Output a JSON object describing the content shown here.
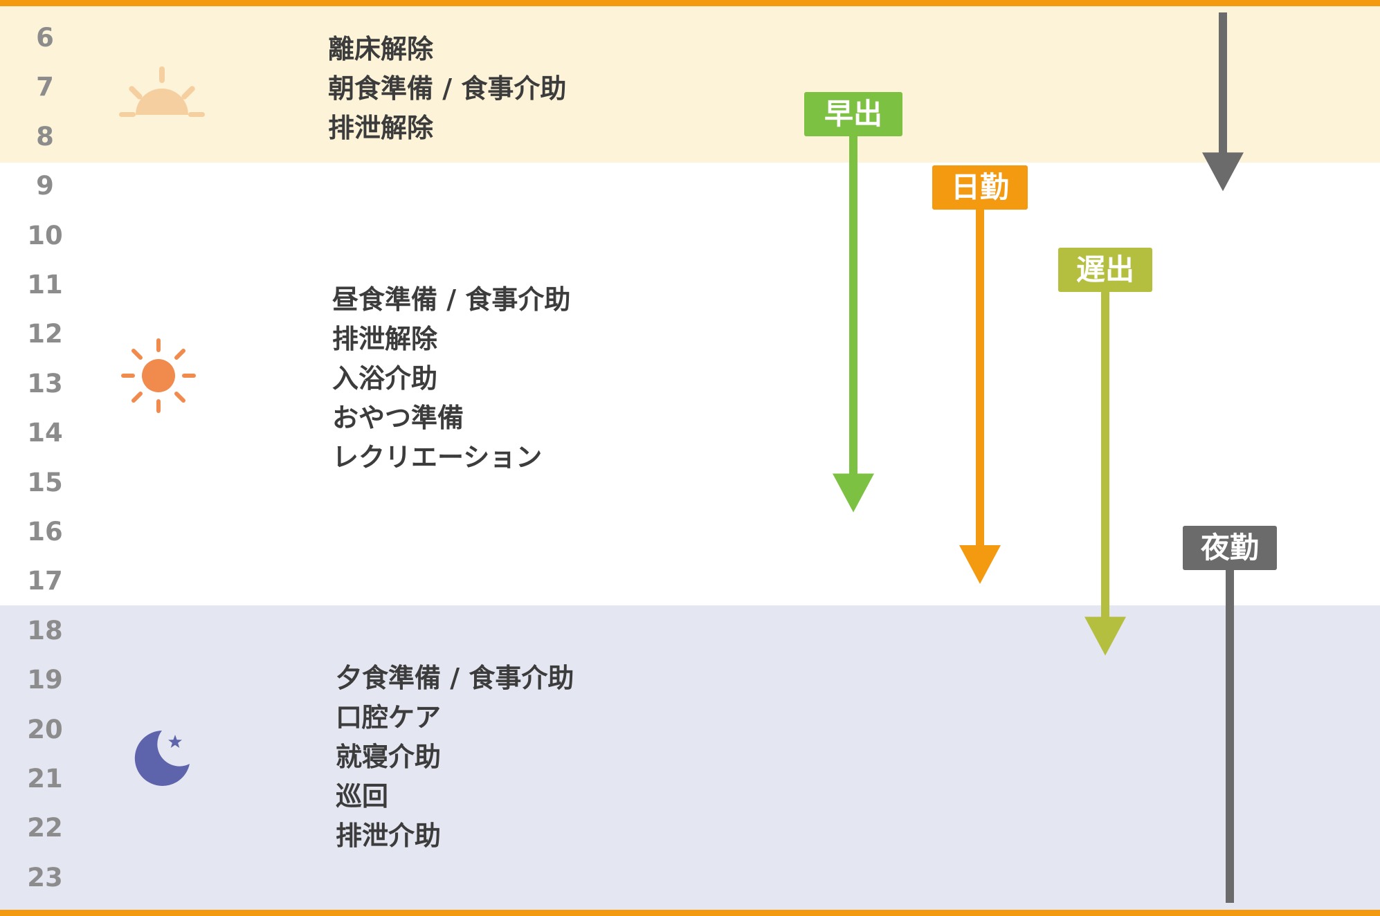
{
  "colors": {
    "accent_border": "#f39a10",
    "morning_band": "#fdf3d8",
    "night_band": "#e4e6f1",
    "hour_text": "#8c8c8c",
    "task_text": "#3c3c3c",
    "sunrise": "#f5cfa0",
    "sun": "#f18a4d",
    "moon": "#5e64ab"
  },
  "hours": [
    "6",
    "7",
    "8",
    "9",
    "10",
    "11",
    "12",
    "13",
    "14",
    "15",
    "16",
    "17",
    "18",
    "19",
    "20",
    "21",
    "22",
    "23"
  ],
  "periods": {
    "morning": {
      "icon": "sunrise-icon",
      "tasks": [
        "離床解除",
        "朝食準備 / 食事介助",
        "排泄解除"
      ]
    },
    "day": {
      "icon": "sun-icon",
      "tasks": [
        "昼食準備 / 食事介助",
        "排泄解除",
        "入浴介助",
        "おやつ準備",
        "レクリエーション"
      ]
    },
    "night": {
      "icon": "moon-star-icon",
      "tasks": [
        "夕食準備 / 食事介助",
        "口腔ケア",
        "就寝介助",
        "巡回",
        "排泄介助"
      ]
    }
  },
  "shifts": [
    {
      "id": "early",
      "label": "早出",
      "color": "#7dc142",
      "start_hour": 8.55,
      "end_hour": 15.6
    },
    {
      "id": "day",
      "label": "日勤",
      "color": "#f39a10",
      "start_hour": 10.0,
      "end_hour": 17.05
    },
    {
      "id": "late",
      "label": "遅出",
      "color": "#b5bf3f",
      "start_hour": 11.7,
      "end_hour": 18.5
    },
    {
      "id": "night",
      "label": "夜勤",
      "color": "#6b6b6b",
      "start_hour": 16.4,
      "end_hour": 23.6,
      "continues_from_previous_day_until_hour": 9.1
    }
  ]
}
